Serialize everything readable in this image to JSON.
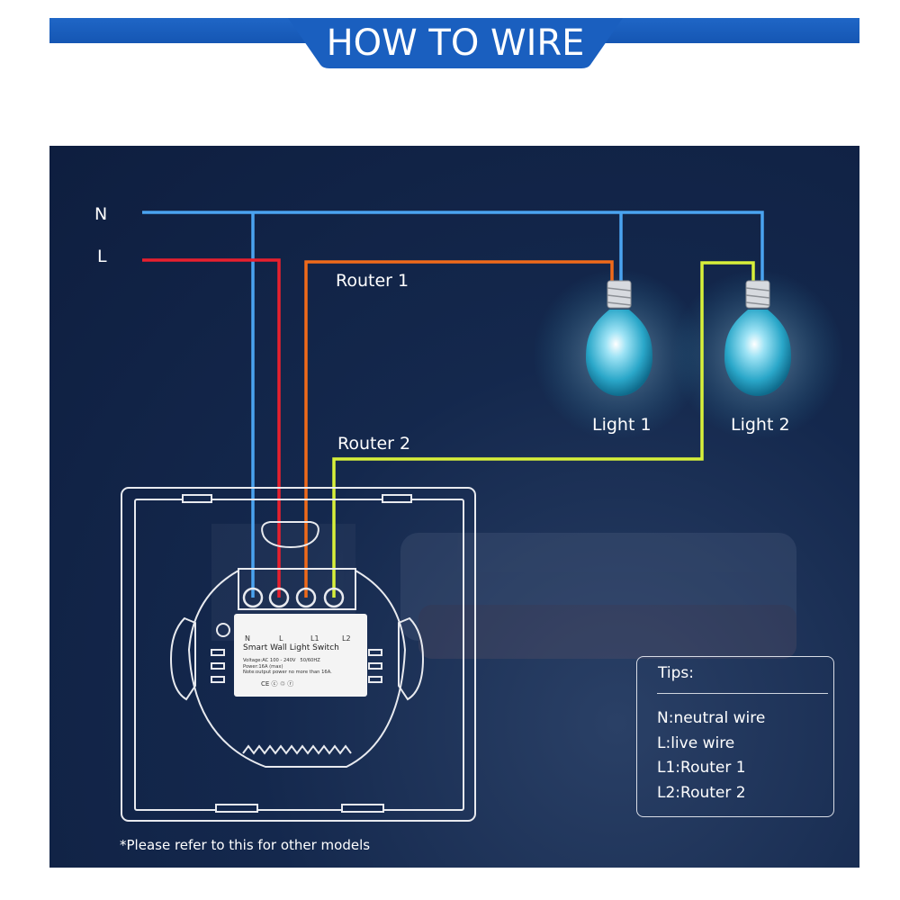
{
  "header": {
    "title": "HOW TO WIRE"
  },
  "wires": {
    "n_label": "N",
    "l_label": "L",
    "router1_label": "Router 1",
    "router2_label": "Router 2"
  },
  "lights": [
    {
      "label": "Light 1"
    },
    {
      "label": "Light 2"
    }
  ],
  "switch_label": {
    "title": "Smart Wall Light Switch",
    "spec": "Voltage:AC 100 - 240V   50/60HZ\nPower:16A (max)\nNote:output power no more than 16A.",
    "certs": "CE  ⓒ  ♲  ⓡ",
    "terminals": [
      "N",
      "L",
      "L1",
      "L2"
    ]
  },
  "tips": {
    "title": "Tips:",
    "items": [
      "N:neutral wire",
      "L:live wire",
      "L1:Router 1",
      "L2:Router 2"
    ]
  },
  "footnote": "*Please refer to this for other models",
  "colors": {
    "header_blue": "#1a5fbf",
    "background": "#14284d",
    "neutral_wire": "#4aa3f0",
    "live_wire": "#e8202e",
    "router1_wire": "#f06a1a",
    "router2_wire": "#d8f03a",
    "bulb": "#2aa7c9"
  }
}
